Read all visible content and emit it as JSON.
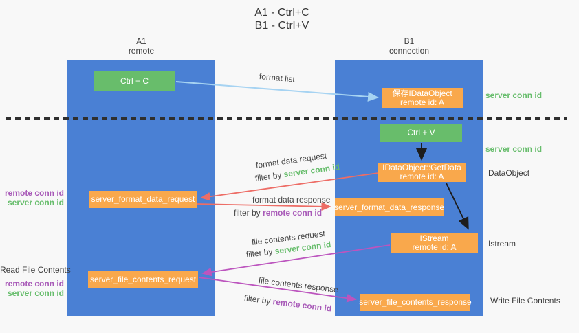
{
  "title": {
    "line1": "A1 - Ctrl+C",
    "line2": "B1 - Ctrl+V"
  },
  "lifelines": {
    "a": {
      "name": "A1",
      "subtitle": "remote"
    },
    "b": {
      "name": "B1",
      "subtitle": "connection"
    }
  },
  "nodes": {
    "ctrl_c": {
      "label": "Ctrl + C"
    },
    "ctrl_v": {
      "label": "Ctrl + V"
    },
    "save_idataobject": {
      "line1": "保存IDataObject",
      "line2": "remote id: A"
    },
    "getdata": {
      "line1": "IDataObject::GetData",
      "line2": "remote id: A"
    },
    "istream_node": {
      "line1": "IStream",
      "line2": "remote id: A"
    },
    "format_request": {
      "label": "server_format_data_request"
    },
    "format_response": {
      "label": "server_format_data_response"
    },
    "file_request": {
      "label": "server_file_contents_request"
    },
    "file_response": {
      "label": "server_file_contents_response"
    }
  },
  "arrow_labels": {
    "format_list": "format list",
    "format_data_request": "format data request",
    "format_data_response": "format data response",
    "file_contents_request": "file contents request",
    "file_contents_response": "file contents response",
    "filter_by": "filter by",
    "server_conn_id": "server conn id",
    "remote_conn_id": "remote conn id"
  },
  "side_labels": {
    "server_conn_id_top": "server conn id",
    "server_conn_id_mid": "server conn id",
    "data_object": "DataObject",
    "istream": "Istream",
    "write_file_contents": "Write File Contents",
    "read_file_contents": "Read File Contents",
    "remote_conn_id": "remote conn id",
    "server_conn_id": "server conn id"
  },
  "colors": {
    "lifeline-blue": "#4a80d4",
    "box-green": "#68bd6b",
    "box-orange": "#f9a84c",
    "arrow-blue": "#a6d3f2",
    "arrow-red": "#ed6d66",
    "arrow-magenta": "#bc55be",
    "arrow-black": "#1d1d1d",
    "text-green": "#67bd6c",
    "text-purple": "#a85ab8",
    "text-dark": "#3c3c3c",
    "background": "#f8f8f8"
  }
}
